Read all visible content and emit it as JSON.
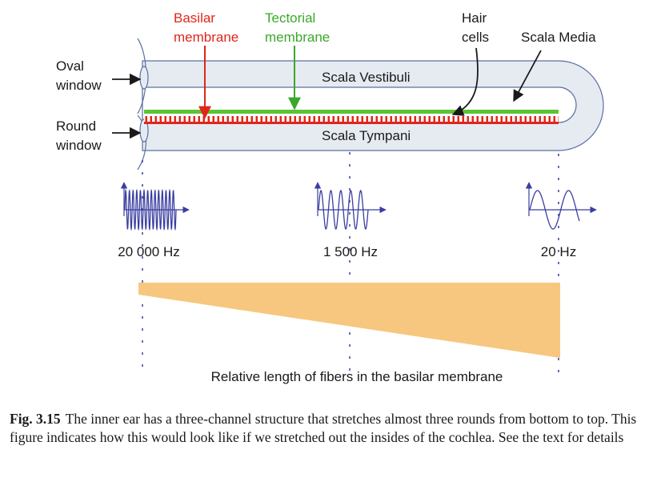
{
  "labels": {
    "basilar_line1": "Basilar",
    "basilar_line2": "membrane",
    "tectorial_line1": "Tectorial",
    "tectorial_line2": "membrane",
    "hair_line1": "Hair",
    "hair_line2": "cells",
    "scala_media": "Scala Media",
    "oval_line1": "Oval",
    "oval_line2": "window",
    "round_line1": "Round",
    "round_line2": "window",
    "scala_vestibuli": "Scala Vestibuli",
    "scala_tympani": "Scala Tympani"
  },
  "frequencies": [
    "20 000 Hz",
    "1 500 Hz",
    "20 Hz"
  ],
  "fiber_label": "Relative length of fibers in the basilar membrane",
  "caption": {
    "fig": "Fig. 3.15",
    "text": "The inner ear has a three-channel structure that stretches almost three rounds from bottom to top. This figure indicates how this would look like if we stretched out the insides of the cochlea. See the text for details"
  },
  "colors": {
    "basilar": "#e0261b",
    "tectorial": "#5cc236",
    "wave": "#3a3ea0",
    "fiber_fill": "#f7c77f",
    "tube_fill": "#e6ebf2",
    "tube_stroke": "#5d6fa3"
  }
}
